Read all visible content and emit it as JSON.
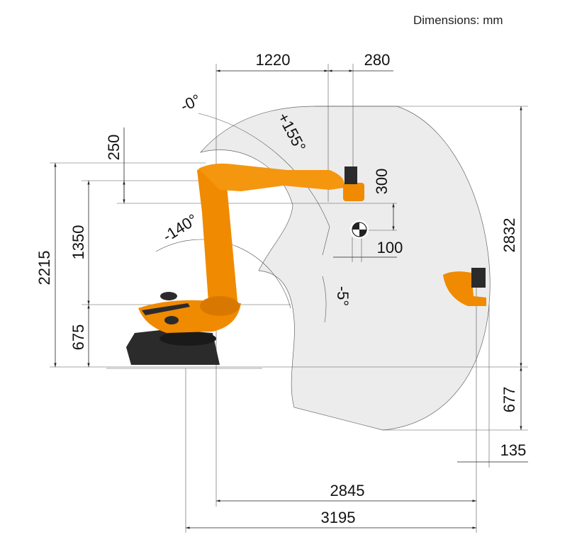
{
  "header": {
    "units_note": "Dimensions: mm"
  },
  "dimensions": {
    "reach_x_1": "1220",
    "wrist_offset": "280",
    "angle_a2_min": "-0°",
    "angle_a3_plus": "+155°",
    "height_250": "250",
    "height_1350": "1350",
    "height_2215": "2215",
    "height_675": "675",
    "angle_a3_minus": "-140°",
    "angle_a2_minus": "-5°",
    "flange_300": "300",
    "flange_100": "100",
    "envelope_height": "2832",
    "below_floor": "677",
    "offset_135": "135",
    "reach_2845": "2845",
    "reach_3195": "3195"
  },
  "colors": {
    "robot": "#f08a00",
    "envelope": "#ececec",
    "base": "#2b2b2b"
  }
}
